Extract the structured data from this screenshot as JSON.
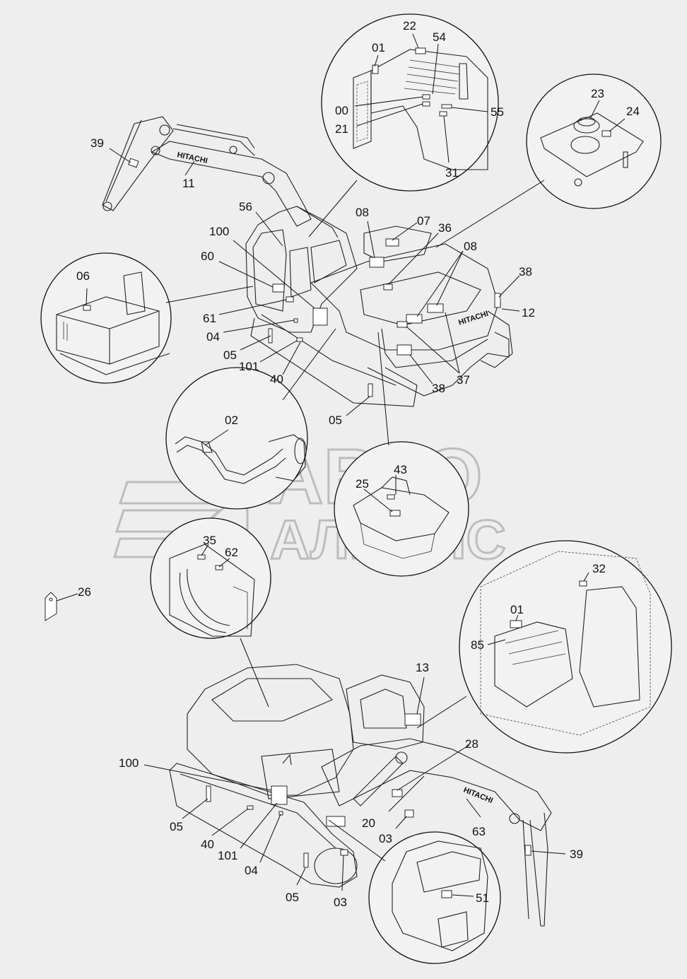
{
  "watermark": {
    "line1": "АВТО",
    "line2": "АЛЬЯНС"
  },
  "brand_text": "HITACHI",
  "callouts": {
    "c39a": "39",
    "c11": "11",
    "c56": "56",
    "c100a": "100",
    "c60": "60",
    "c61": "61",
    "c04a": "04",
    "c05a": "05",
    "c101a": "101",
    "c40a": "40",
    "c08a": "08",
    "c07": "07",
    "c36": "36",
    "c08b": "08",
    "c38a": "38",
    "c12": "12",
    "c38b": "38",
    "c37": "37",
    "c05b": "05",
    "c06": "06",
    "c22": "22",
    "c01a": "01",
    "c54": "54",
    "c00": "00",
    "c55": "55",
    "c21": "21",
    "c31": "31",
    "c23": "23",
    "c24": "24",
    "c02": "02",
    "c43": "43",
    "c25": "25",
    "c35": "35",
    "c62": "62",
    "c26": "26",
    "c32": "32",
    "c01b": "01",
    "c85": "85",
    "c13": "13",
    "c28": "28",
    "c100b": "100",
    "c05c": "05",
    "c40b": "40",
    "c101b": "101",
    "c04b": "04",
    "c20": "20",
    "c03a": "03",
    "c63": "63",
    "c39b": "39",
    "c05d": "05",
    "c03b": "03",
    "c51": "51"
  }
}
